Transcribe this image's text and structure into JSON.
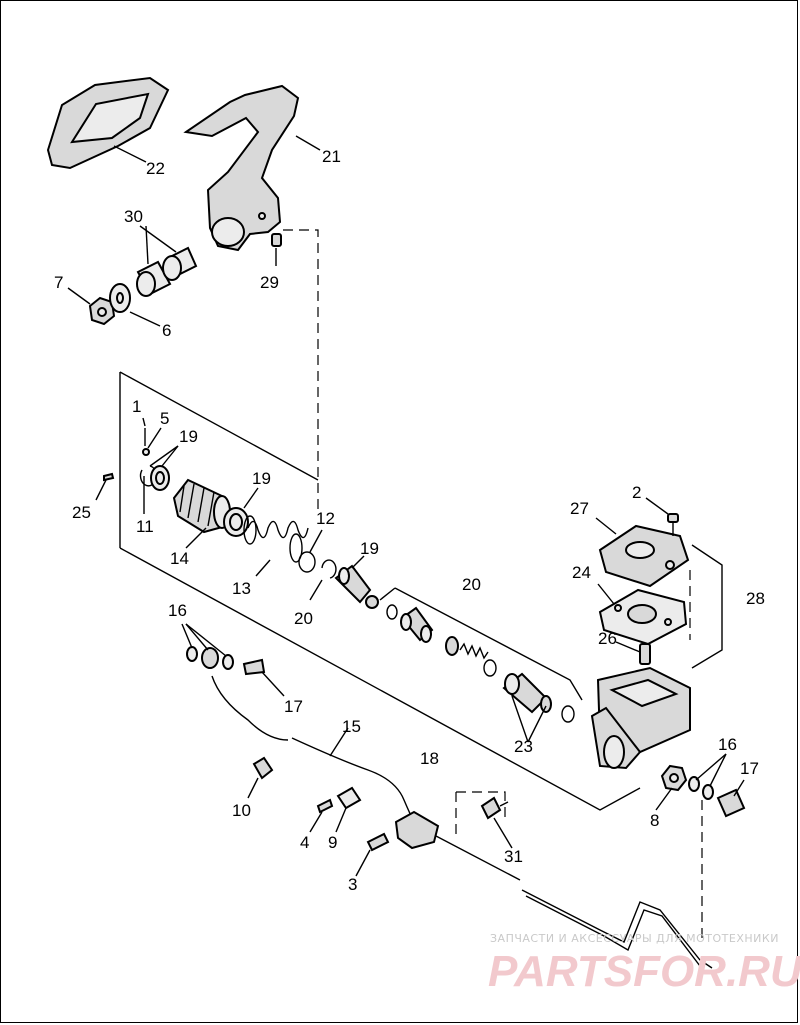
{
  "diagram": {
    "callouts": [
      {
        "id": "c1",
        "text": "1"
      },
      {
        "id": "c2",
        "text": "2"
      },
      {
        "id": "c3",
        "text": "3"
      },
      {
        "id": "c4",
        "text": "4"
      },
      {
        "id": "c5",
        "text": "5"
      },
      {
        "id": "c6",
        "text": "6"
      },
      {
        "id": "c7",
        "text": "7"
      },
      {
        "id": "c8",
        "text": "8"
      },
      {
        "id": "c9",
        "text": "9"
      },
      {
        "id": "c10",
        "text": "10"
      },
      {
        "id": "c11",
        "text": "11"
      },
      {
        "id": "c12",
        "text": "12"
      },
      {
        "id": "c13",
        "text": "13"
      },
      {
        "id": "c14",
        "text": "14"
      },
      {
        "id": "c15",
        "text": "15"
      },
      {
        "id": "c16a",
        "text": "16"
      },
      {
        "id": "c16b",
        "text": "16"
      },
      {
        "id": "c17a",
        "text": "17"
      },
      {
        "id": "c17b",
        "text": "17"
      },
      {
        "id": "c18",
        "text": "18"
      },
      {
        "id": "c19a",
        "text": "19"
      },
      {
        "id": "c19b",
        "text": "19"
      },
      {
        "id": "c19c",
        "text": "19"
      },
      {
        "id": "c20a",
        "text": "20"
      },
      {
        "id": "c20b",
        "text": "20"
      },
      {
        "id": "c21",
        "text": "21"
      },
      {
        "id": "c22",
        "text": "22"
      },
      {
        "id": "c23",
        "text": "23"
      },
      {
        "id": "c24",
        "text": "24"
      },
      {
        "id": "c25",
        "text": "25"
      },
      {
        "id": "c26",
        "text": "26"
      },
      {
        "id": "c27",
        "text": "27"
      },
      {
        "id": "c28",
        "text": "28"
      },
      {
        "id": "c29",
        "text": "29"
      },
      {
        "id": "c30",
        "text": "30"
      },
      {
        "id": "c31",
        "text": "31"
      }
    ]
  },
  "watermark": {
    "tagline": "ЗАПЧАСТИ И АКСЕССУАРЫ ДЛЯ МОТОТЕХНИКИ",
    "brand": "PARTSFOR.RU"
  }
}
